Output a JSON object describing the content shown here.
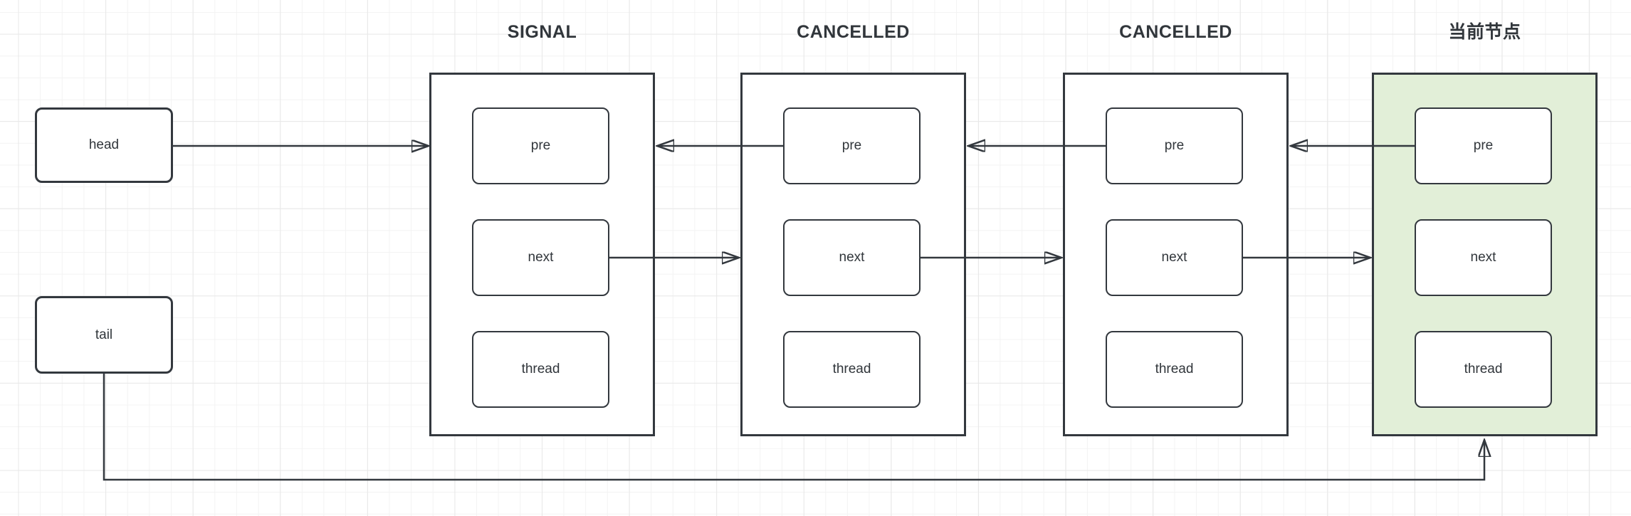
{
  "diagram": {
    "pointers": {
      "head": "head",
      "tail": "tail"
    },
    "nodes": [
      {
        "status": "SIGNAL",
        "highlighted": false,
        "fields": [
          "pre",
          "next",
          "thread"
        ]
      },
      {
        "status": "CANCELLED",
        "highlighted": false,
        "fields": [
          "pre",
          "next",
          "thread"
        ]
      },
      {
        "status": "CANCELLED",
        "highlighted": false,
        "fields": [
          "pre",
          "next",
          "thread"
        ]
      },
      {
        "status": "当前节点",
        "highlighted": true,
        "fields": [
          "pre",
          "next",
          "thread"
        ]
      }
    ],
    "colors": {
      "shape_border": "#33383e",
      "text": "#31363b",
      "node_fill": "#ffffff",
      "current_node_fill": "#e2efd8",
      "canvas_background": "#ffffff",
      "grid_minor": "#f3f3f3",
      "grid_major": "#e8e8e8"
    }
  }
}
